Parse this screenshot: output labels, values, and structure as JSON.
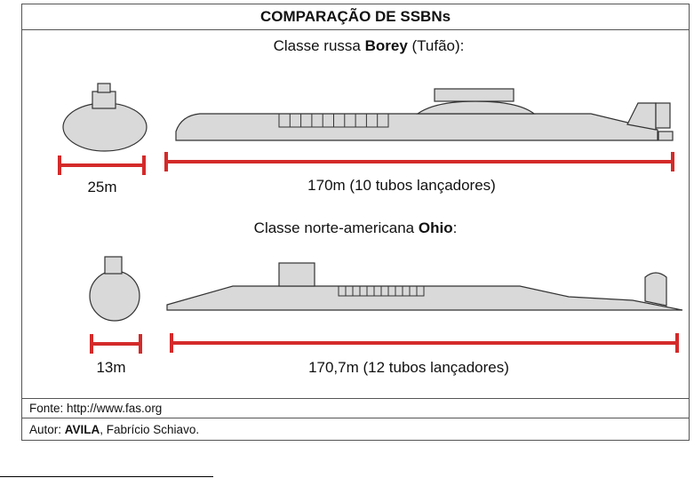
{
  "title": "COMPARAÇÃO DE SSBNs",
  "borey": {
    "heading_prefix": "Classe russa ",
    "heading_bold": "Borey",
    "heading_suffix": " (Tufão):",
    "beam": "25m",
    "length": "170m (10 tubos lançadores)"
  },
  "ohio": {
    "heading_prefix": "Classe norte-americana ",
    "heading_bold": "Ohio",
    "heading_suffix": ":",
    "beam": "13m",
    "length": "170,7m (12 tubos lançadores)"
  },
  "source": "Fonte: http://www.fas.org",
  "author_prefix": "Autor: ",
  "author_bold": "AVILA",
  "author_suffix": ", Fabrício Schiavo.",
  "colors": {
    "dimension": "#d42a2a",
    "hull": "#d9d9d9",
    "outline": "#333333"
  }
}
